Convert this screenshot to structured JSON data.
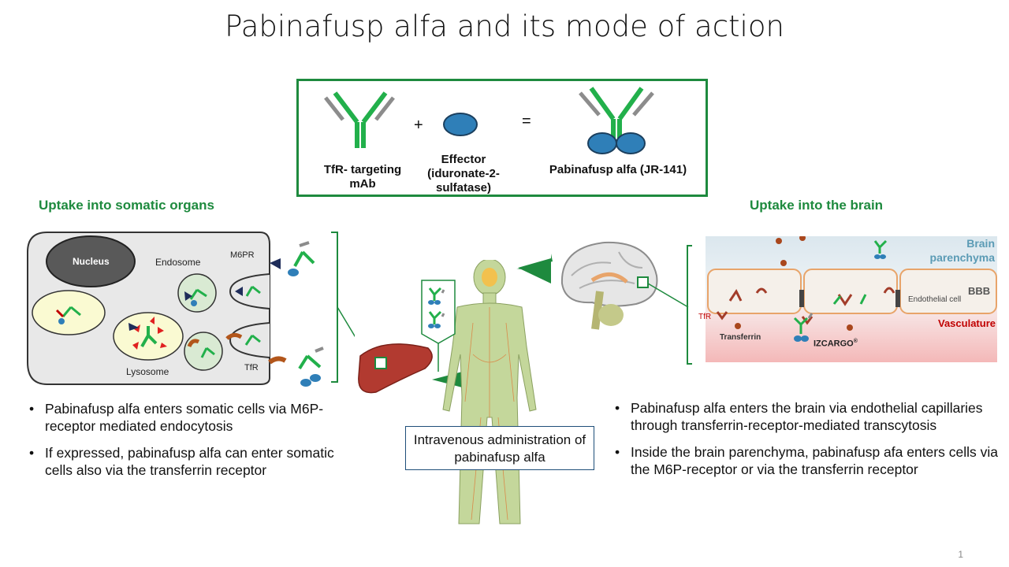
{
  "title": "Pabinafusp alfa and its mode of action",
  "legend": {
    "antibody_label": "TfR- targeting mAb",
    "plus": "+",
    "effector_label": "Effector (iduronate-2-sulfatase)",
    "equals": "=",
    "result_label": "Pabinafusp alfa (JR-141)"
  },
  "somatic": {
    "heading": "Uptake into somatic organs",
    "nucleus": "Nucleus",
    "endosome": "Endosome",
    "m6pr": "M6PR",
    "lysosome": "Lysosome",
    "tfr": "TfR",
    "bullets": [
      "Pabinafusp alfa enters somatic cells via M6P- receptor mediated endocytosis",
      "If expressed, pabinafusp alfa can enter somatic cells also via the transferrin receptor"
    ]
  },
  "center": {
    "iv_label": "Intravenous administration of pabinafusp alfa"
  },
  "brain": {
    "heading": "Uptake into the brain",
    "parenchyma": "Brain parenchyma",
    "bbb": "BBB",
    "endothelial": "Endothelial cell",
    "vasculature": "Vasculature",
    "tfr": "TfR",
    "transferrin": "Transferrin",
    "izcargo": "IZCARGO",
    "izcargo_mark": "®",
    "bullets": [
      "Pabinafusp alfa enters the brain via endothelial capillaries through transferrin-receptor-mediated transcytosis",
      "Inside the brain parenchyma, pabinafusp afa enters cells via the M6P-receptor or via the transferrin receptor"
    ]
  },
  "page_number": "1",
  "colors": {
    "green": "#1e8a3e",
    "antibody_green": "#22b04b",
    "antibody_grey": "#8c8c8c",
    "effector_blue": "#2f7fb8",
    "m6pr_navy": "#1f2d5a",
    "tfr_orange": "#b2561b",
    "bbb_orange": "#e8a46a",
    "red_label": "#c00000",
    "teal_label": "#5b9bb5"
  }
}
